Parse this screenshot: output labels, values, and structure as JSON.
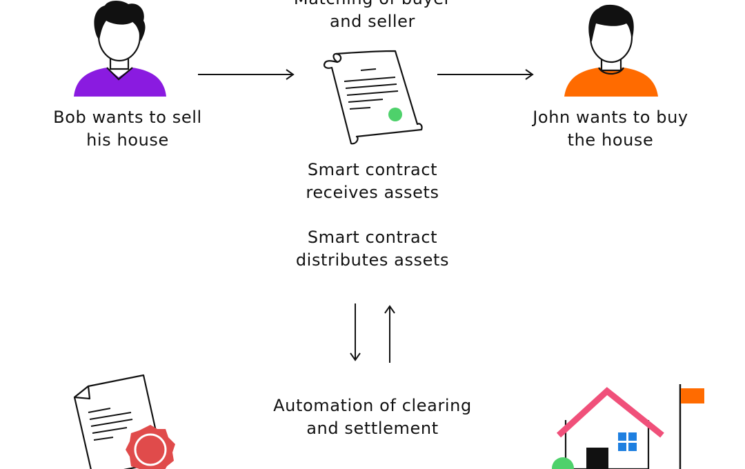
{
  "nodes": {
    "matching": "Matching of buyer\nand seller",
    "seller": "Bob wants to sell\nhis house",
    "buyer": "John wants to buy\nthe house",
    "contract_receives": "Smart contract\nreceives assets",
    "contract_distributes": "Smart contract\ndistributes assets",
    "automation": "Automation of clearing\nand settlement"
  },
  "colors": {
    "seller_shirt": "#8A1BE0",
    "buyer_shirt": "#FF6B00",
    "seal_green": "#4ED16B",
    "certificate_seal": "#E04B4B",
    "roof": "#F0507A",
    "window": "#1E7FE0",
    "flag": "#FF6B00",
    "bush": "#4ED16B"
  },
  "icons": [
    "seller-person-icon",
    "buyer-person-icon",
    "smart-contract-scroll-icon",
    "certificate-icon",
    "house-icon"
  ]
}
